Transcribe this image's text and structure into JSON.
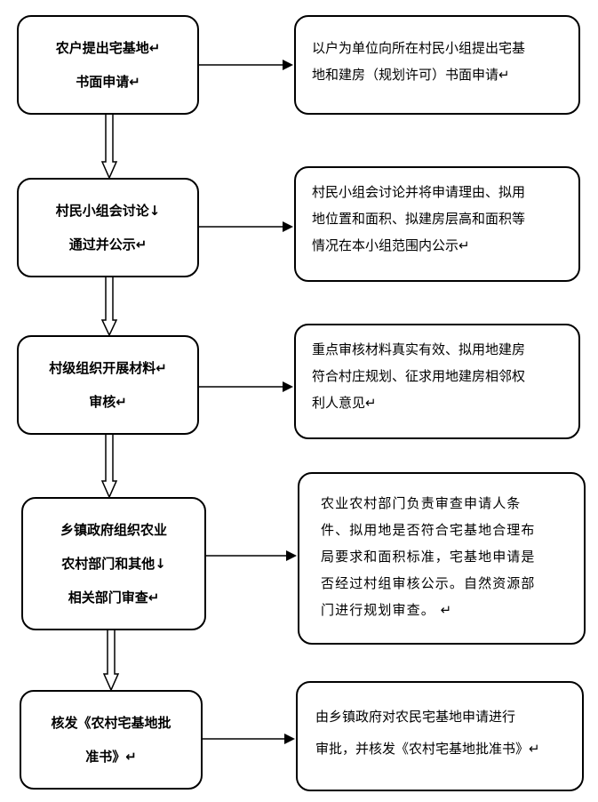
{
  "steps": [
    {
      "left": [
        "农户提出宅基地↵",
        "书面申请↵"
      ],
      "right": [
        "以户为单位向所在村民小组提出宅基",
        "地和建房（规划许可）书面申请↵"
      ]
    },
    {
      "left": [
        "村民小组会讨论↓",
        "通过并公示↵"
      ],
      "right": [
        "村民小组会讨论并将申请理由、拟用",
        "地位置和面积、拟建房层高和面积等",
        "情况在本小组范围内公示↵"
      ]
    },
    {
      "left": [
        "村级组织开展材料↵",
        "审核↵"
      ],
      "right": [
        "重点审核材料真实有效、拟用地建房",
        "符合村庄规划、征求用地建房相邻权",
        "利人意见↵"
      ]
    },
    {
      "left": [
        "乡镇政府组织农业",
        "农村部门和其他↓",
        "相关部门审查↵"
      ],
      "right": [
        "农业农村部门负责审查申请人条",
        "件、拟用地是否符合宅基地合理布",
        "局要求和面积标准，宅基地申请是",
        "否经过村组审核公示。自然资源部",
        "门进行规划审查。 ↵"
      ]
    },
    {
      "left": [
        "核发《农村宅基地批",
        "准书》↵"
      ],
      "right": [
        "由乡镇政府对农民宅基地申请进行",
        "审批，并核发《农村宅基地批准书》↵"
      ]
    }
  ]
}
